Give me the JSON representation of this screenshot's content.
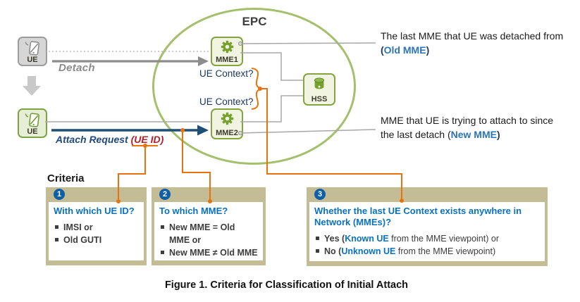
{
  "figure": {
    "epc_label": "EPC",
    "nodes": {
      "ue_top": "UE",
      "ue_bottom": "UE",
      "mme1": "MME1",
      "mme2": "MME2",
      "hss": "HSS"
    },
    "flows": {
      "detach_label": "Detach",
      "attach_label": "Attach Request ",
      "attach_id_label": "(UE ID)",
      "ue_context_top": "UE Context?",
      "ue_context_bottom": "UE Context?"
    },
    "notes": {
      "old_mme": {
        "line1": "The last MME that UE was detached from",
        "open": "(",
        "highlight": "Old MME",
        "close": ")"
      },
      "new_mme": {
        "line1": "MME that UE is trying to attach to since",
        "pre": "the last detach (",
        "highlight": "New MME",
        "close": ")"
      }
    }
  },
  "criteria": {
    "heading": "Criteria",
    "boxes": [
      {
        "number": "1",
        "question": "With which UE ID?",
        "bullets": [
          {
            "pre": "IMSI or"
          },
          {
            "pre": "Old GUTI"
          }
        ]
      },
      {
        "number": "2",
        "question": "To which MME?",
        "bullets": [
          {
            "pre": "New MME = Old MME or"
          },
          {
            "pre": "New MME ≠ Old MME"
          }
        ]
      },
      {
        "number": "3",
        "question": "Whether the last UE Context exists anywhere in Network (MMEs)?",
        "bullets": [
          {
            "pre": "Yes (",
            "highlight": "Known UE",
            "post": " from the MME viewpoint) or"
          },
          {
            "pre": "No (",
            "highlight": "Unknown UE",
            "post": " from the MME viewpoint)"
          }
        ]
      }
    ]
  },
  "caption": "Figure 1. Criteria for Classification of Initial Attach",
  "colors": {
    "orange": "#e8730c",
    "epc_green": "#a4c06c",
    "node_border_green": "#85a340",
    "gear_green": "#76a12f",
    "question_blue": "#0a71c0",
    "badge_blue": "#0e5fa8",
    "khaki": "#c4bc95",
    "navy_arrow": "#1f4e79",
    "note_blue": "#2e74b5",
    "dark_red": "#b42025",
    "gray_line": "#a8a8a8"
  }
}
